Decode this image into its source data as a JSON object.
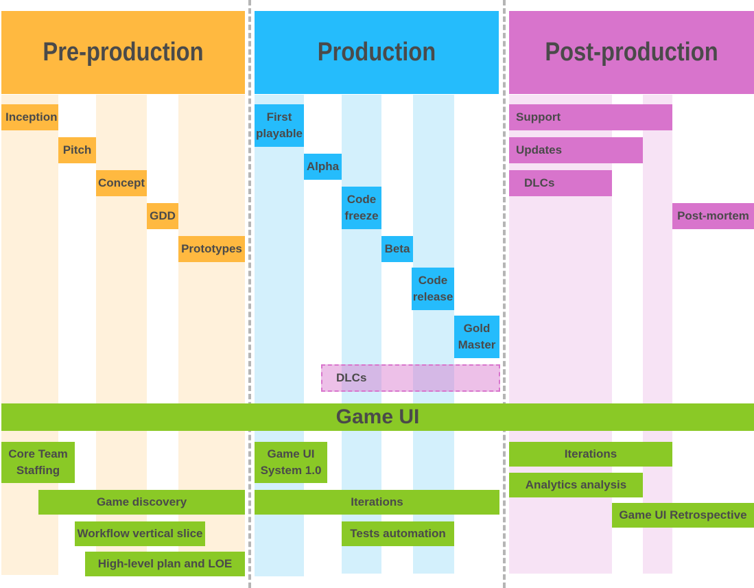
{
  "phases": {
    "pre": "Pre-production",
    "production": "Production",
    "post": "Post-production"
  },
  "pre_items": {
    "inception": "Inception",
    "pitch": "Pitch",
    "concept": "Concept",
    "gdd": "GDD",
    "prototypes": "Prototypes"
  },
  "production_items": {
    "first_playable": "First playable",
    "alpha": "Alpha",
    "code_freeze": "Code freeze",
    "beta": "Beta",
    "code_release": "Code release",
    "gold_master": "Gold Master",
    "dlcs": "DLCs"
  },
  "post_items": {
    "support": "Support",
    "updates": "Updates",
    "dlcs": "DLCs",
    "post_mortem": "Post-mortem"
  },
  "game_ui": {
    "title": "Game UI",
    "core_team": "Core Team Staffing",
    "discovery": "Game discovery",
    "workflow": "Workflow vertical slice",
    "plan": "High-level plan and LOE",
    "system": "Game UI System 1.0",
    "iterations_prod": "Iterations",
    "tests": "Tests automation",
    "iterations_post": "Iterations",
    "analytics": "Analytics analysis",
    "retrospective": "Game UI Retrospective"
  },
  "colors": {
    "pre": "#FFB940",
    "production": "#25BCFC",
    "post": "#D874CC",
    "game_ui": "#8AC926"
  }
}
